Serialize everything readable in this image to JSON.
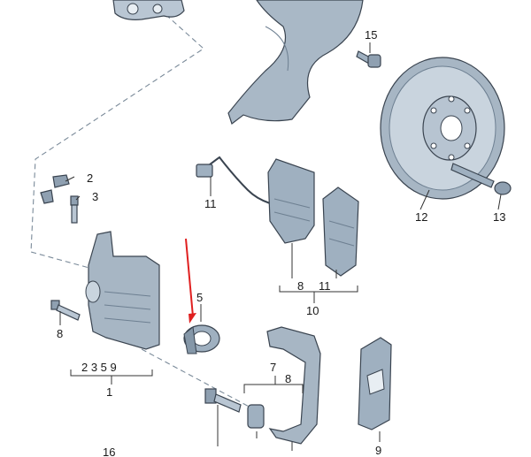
{
  "labels": {
    "l1": "1",
    "l2": "2",
    "l3": "3",
    "l5": "5",
    "l7": "7",
    "l8a": "8",
    "l8b": "8",
    "l8c": "8",
    "l9": "9",
    "l10": "10",
    "l11a": "11",
    "l11b": "11",
    "l12": "12",
    "l13": "13",
    "l15": "15",
    "l16": "16",
    "group1": "2  3  5  9"
  },
  "colors": {
    "part_fill": "#b9c6d3",
    "part_dark": "#6d7f91",
    "arrow": "#e02020"
  }
}
